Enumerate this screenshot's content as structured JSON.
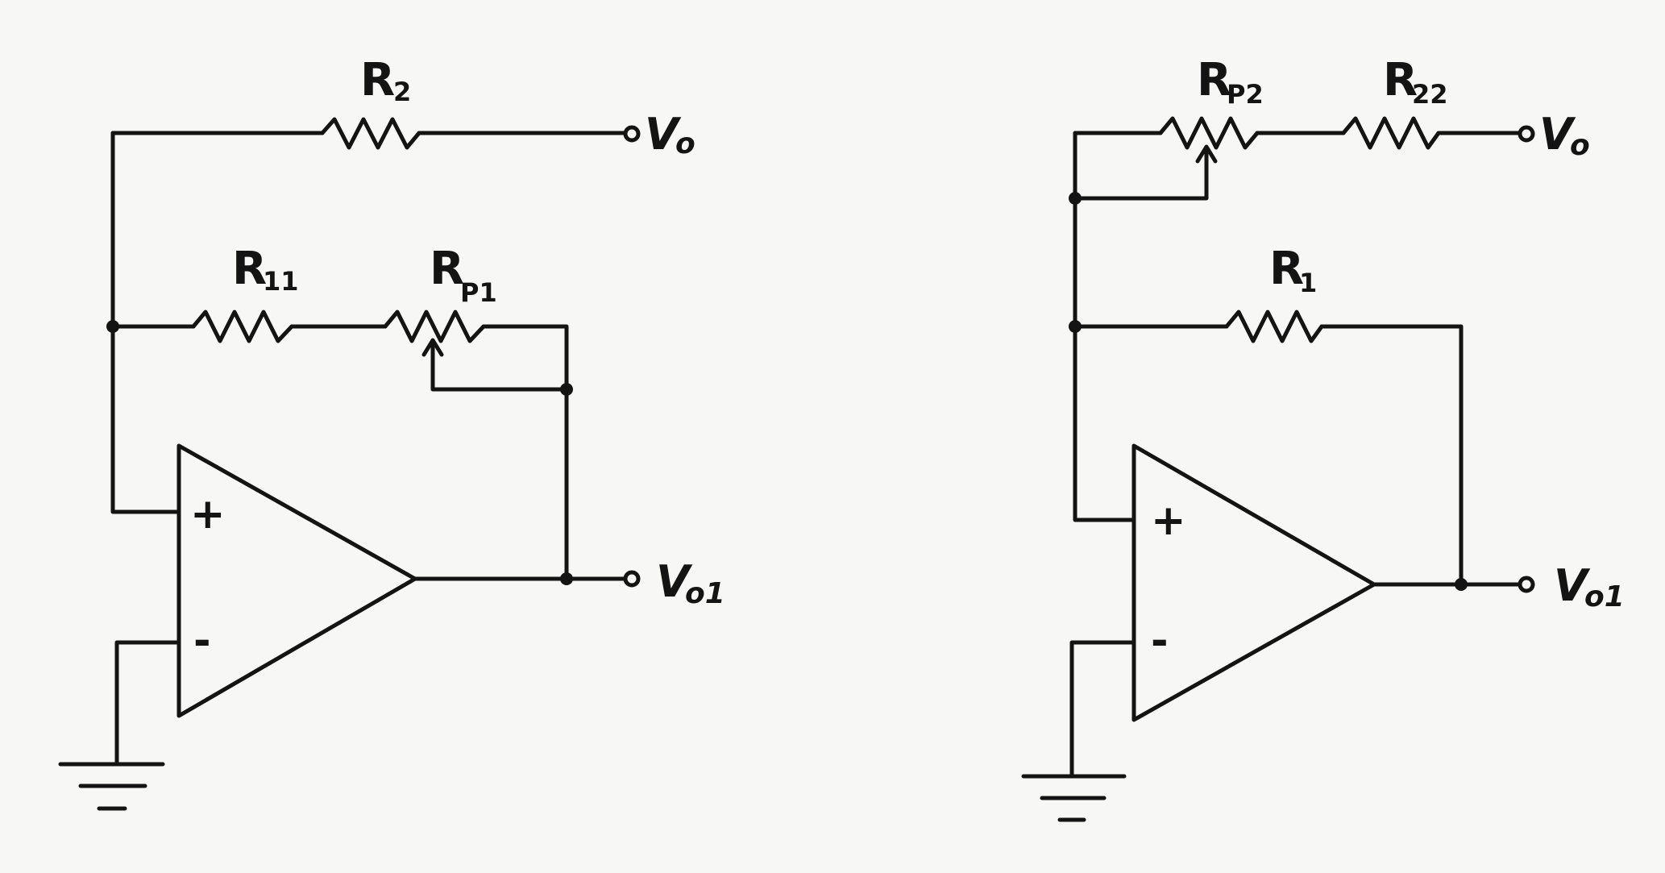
{
  "left_circuit": {
    "labels": {
      "r2_main": "R",
      "r2_sub": "2",
      "r11_main": "R",
      "r11_sub": "11",
      "rp1_main": "R",
      "rp1_sub": "P1",
      "vo_main": "V",
      "vo_sub": "o",
      "vo1_main": "V",
      "vo1_sub": "o1",
      "plus": "+",
      "minus": "-"
    }
  },
  "right_circuit": {
    "labels": {
      "rp2_main": "R",
      "rp2_sub": "P2",
      "r22_main": "R",
      "r22_sub": "22",
      "r1_main": "R",
      "r1_sub": "1",
      "vo_main": "V",
      "vo_sub": "o",
      "vo1_main": "V",
      "vo1_sub": "o1",
      "plus": "+",
      "minus": "-"
    }
  },
  "colors": {
    "ink": "#141414",
    "paper": "#f7f7f5"
  }
}
